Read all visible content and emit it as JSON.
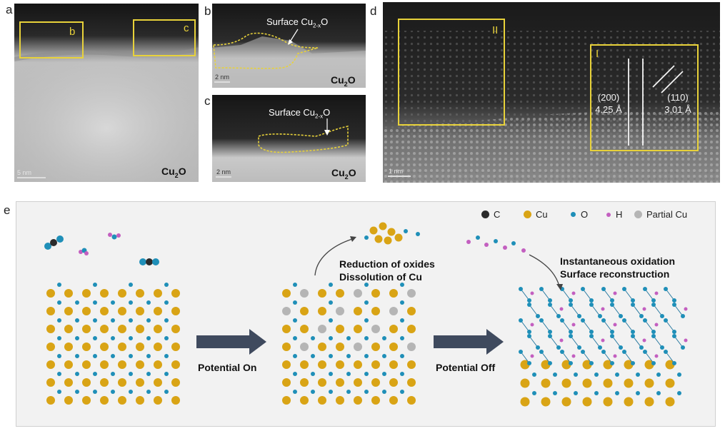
{
  "panels": {
    "a": {
      "label": "a",
      "box_b": "b",
      "box_c": "c",
      "scale_bar": "5 nm",
      "material": "Cu",
      "material_sub": "2",
      "material_tail": "O"
    },
    "b": {
      "label": "b",
      "scale_bar": "2 nm",
      "surface": "Surface Cu",
      "surface_sub": "2-x",
      "surface_tail": "O",
      "material": "Cu",
      "material_sub": "2",
      "material_tail": "O"
    },
    "c": {
      "label": "c",
      "scale_bar": "2 nm",
      "surface": "Surface Cu",
      "surface_sub": "2-x",
      "surface_tail": "O",
      "material": "Cu",
      "material_sub": "2",
      "material_tail": "O"
    },
    "d": {
      "label": "d",
      "box_II": "II",
      "box_I": "I",
      "scale_bar": "1 nm",
      "plane_1": "(200)",
      "spacing_1": "4.25 Å",
      "plane_2": "(110)",
      "spacing_2": "3.01 Å"
    },
    "e": {
      "label": "e",
      "legend": [
        "C",
        "Cu",
        "O",
        "H",
        "Partial Cu"
      ],
      "potential_on": "Potential On",
      "potential_off": "Potential Off",
      "stage2_line1": "Reduction of oxides",
      "stage2_line2": "Dissolution of Cu",
      "stage3_line1": "Instantaneous oxidation",
      "stage3_line2": "Surface reconstruction"
    }
  },
  "colors": {
    "carbon": "#2b2b2b",
    "copper": "#d9a415",
    "oxygen": "#1f8fb8",
    "hydrogen": "#c35fc0",
    "partial_cu": "#b5b5b5",
    "highlight_box": "#e8d23a",
    "arrow": "#3f4a5e"
  }
}
